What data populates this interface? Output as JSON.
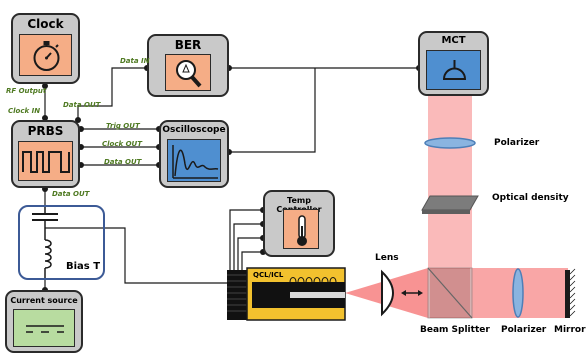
{
  "blocks": {
    "clock": "Clock",
    "ber": "BER",
    "prbs": "PRBS",
    "oscilloscope": "Oscilloscope",
    "mct": "MCT",
    "temp_controller": "Temp Controller",
    "bias_t": "Bias T",
    "current_source": "Current source",
    "qcl": "QCL/ICL"
  },
  "signals": {
    "rf_output": "RF Output",
    "clock_in": "Clock IN",
    "data_in": "Data IN",
    "data_out_prbs_ber": "Data OUT",
    "trig_out": "Trig OUT",
    "clock_out": "Clock OUT",
    "data_out_osc": "Data OUT",
    "data_out_bias": "Data OUT"
  },
  "optics": {
    "polarizer_top": "Polarizer",
    "optical_density": "Optical density",
    "lens": "Lens",
    "beam_splitter": "Beam Splitter",
    "polarizer_bottom": "Polarizer",
    "mirror": "Mirror"
  },
  "colors": {
    "block_bg": "#c9c9c9",
    "clock_panel": "#f5ad86",
    "ber_panel": "#f5ad86",
    "prbs_panel": "#f5ad86",
    "osc_panel": "#4f8fd0",
    "mct_panel": "#4f8fd0",
    "temp_panel": "#f5ad86",
    "current_panel": "#b8dca0",
    "bias_border": "#3c5a96",
    "beam": "#f23a3a",
    "signal_label": "#4f7a22",
    "qcl_body": "#f2c12e"
  }
}
